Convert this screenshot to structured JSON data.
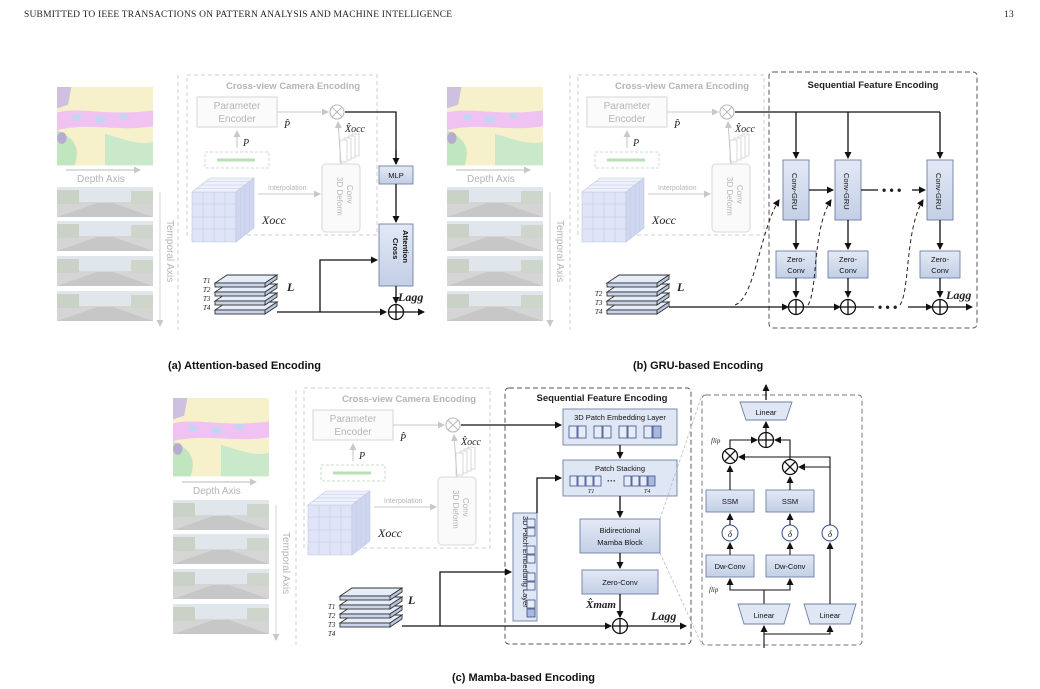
{
  "header": {
    "journal": "SUBMITTED TO IEEE TRANSACTIONS ON PATTERN ANALYSIS AND MACHINE INTELLIGENCE",
    "page_number": "13"
  },
  "figure": {
    "common": {
      "cross_view_title": "Cross-view Camera Encoding",
      "parameter_encoder_line1": "Parameter",
      "parameter_encoder_line2": "Encoder",
      "p_hat": "P̂",
      "p": "P",
      "x_hat_occ": "X̂occ",
      "x_occ": "Xocc",
      "interpolation": "Interpolation",
      "deform_line1": "3D Deform",
      "deform_line2": "Conv",
      "depth_axis": "Depth Axis",
      "temporal_axis": "Temporal Axis",
      "L": "L",
      "L_agg": "Lagg",
      "t1": "T1",
      "t2": "T2",
      "t3": "T3",
      "t4": "T4"
    },
    "panel_a": {
      "caption": "(a) Attention-based Encoding",
      "mlp": "MLP",
      "cross_line1": "Cross",
      "cross_line2": "Attention"
    },
    "panel_b": {
      "caption": "(b) GRU-based Encoding",
      "seq_title": "Sequential Feature Encoding",
      "convgru": "Conv-GRU",
      "zero_line1": "Zero-",
      "zero_line2": "Conv",
      "dots": "• • •"
    },
    "panel_c": {
      "caption": "(c) Mamba-based Encoding",
      "seq_title": "Sequential Feature Encoding",
      "patch_embed": "3D Patch Embedding Layer",
      "patch_embed_vertical": "3D Patch Embedding Layer",
      "patch_stacking": "Patch Stacking",
      "t1": "T1",
      "t4": "T4",
      "bidir_line1": "Bidirectional",
      "bidir_line2": "Mamba Block",
      "zero_conv": "Zero-Conv",
      "x_mam": "X̂mam",
      "linear": "Linear",
      "ssm": "SSM",
      "dwconv": "Dw-Conv",
      "delta": "δ",
      "flip": "flip"
    }
  }
}
